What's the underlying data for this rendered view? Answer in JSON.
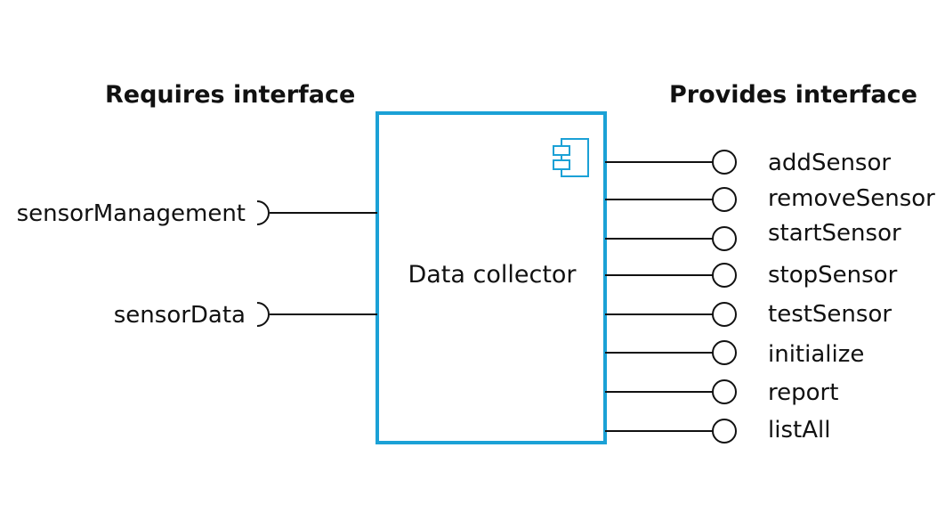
{
  "headings": {
    "requires": "Requires interface",
    "provides": "Provides interface"
  },
  "component": {
    "name": "Data collector",
    "border_color": "#1ba1d6",
    "icon": "uml-component-icon"
  },
  "requires_interfaces": [
    "sensorManagement",
    "sensorData"
  ],
  "provides_interfaces": [
    "addSensor",
    "removeSensor",
    "startSensor",
    "stopSensor",
    "testSensor",
    "initialize",
    "report",
    "listAll"
  ]
}
